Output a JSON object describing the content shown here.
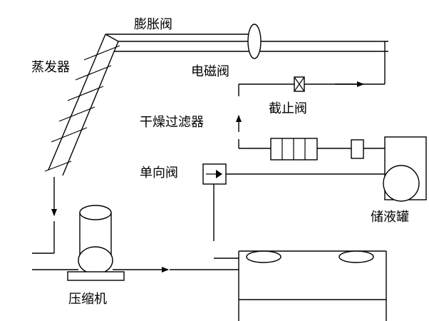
{
  "labels": {
    "expansion_valve": "膨胀阀",
    "evaporator": "蒸发器",
    "solenoid_valve": "电磁阀",
    "stop_valve": "截止阀",
    "dryer_filter": "干燥过滤器",
    "check_valve": "单向阀",
    "receiver": "储液罐",
    "compressor": "压缩机"
  }
}
